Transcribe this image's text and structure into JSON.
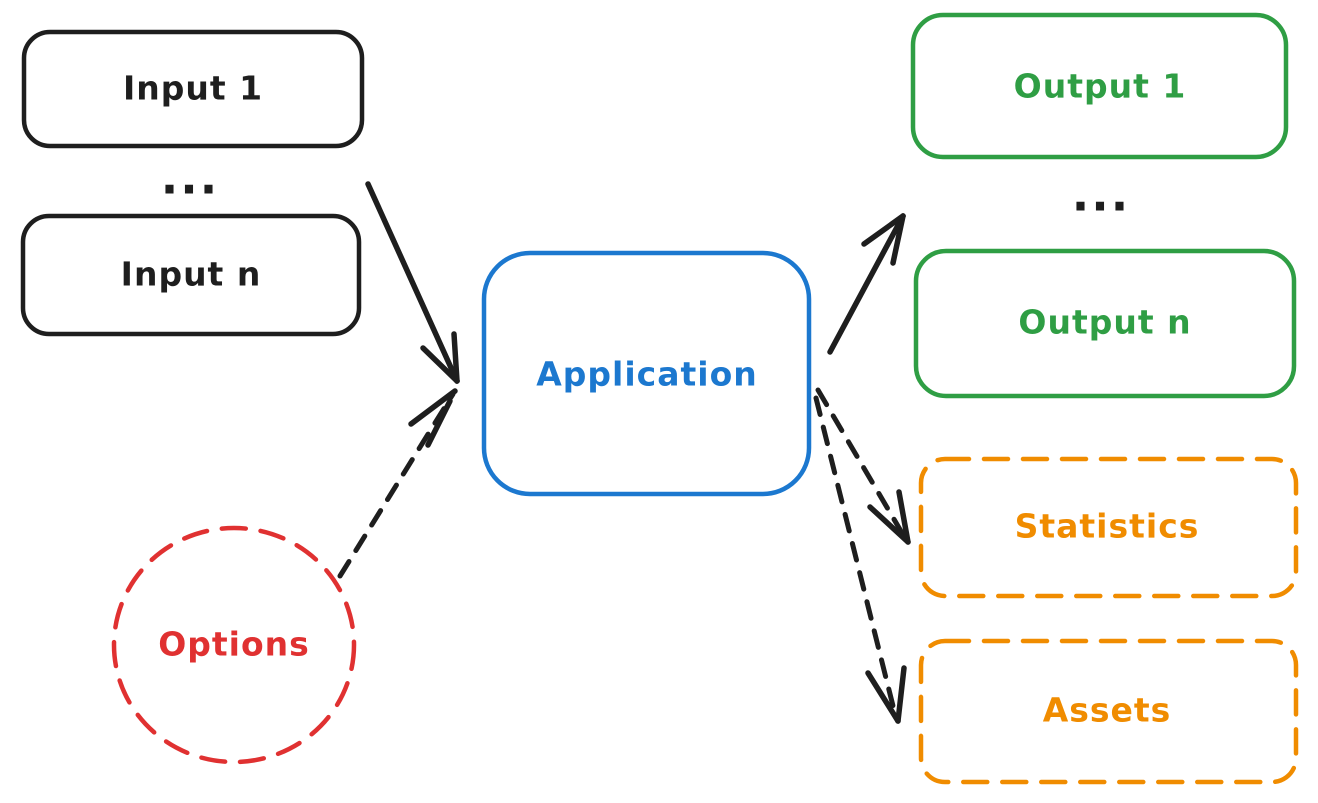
{
  "diagram": {
    "title": "Application input-output flow diagram (hand-drawn style)",
    "nodes": {
      "input1": {
        "label": "Input 1",
        "shape": "rounded-rect",
        "stroke": "#1e1e1e",
        "line_style": "solid"
      },
      "inputn": {
        "label": "Input n",
        "shape": "rounded-rect",
        "stroke": "#1e1e1e",
        "line_style": "solid"
      },
      "application": {
        "label": "Application",
        "shape": "rounded-rect",
        "stroke": "#1c78cf",
        "line_style": "solid"
      },
      "output1": {
        "label": "Output 1",
        "shape": "rounded-rect",
        "stroke": "#2f9e44",
        "line_style": "solid"
      },
      "outputn": {
        "label": "Output n",
        "shape": "rounded-rect",
        "stroke": "#2f9e44",
        "line_style": "solid"
      },
      "statistics": {
        "label": "Statistics",
        "shape": "rounded-rect",
        "stroke": "#f08c00",
        "line_style": "dashed"
      },
      "assets": {
        "label": "Assets",
        "shape": "rounded-rect",
        "stroke": "#f08c00",
        "line_style": "dashed"
      },
      "options": {
        "label": "Options",
        "shape": "circle",
        "stroke": "#e03131",
        "line_style": "dashed"
      }
    },
    "ellipsis": {
      "between_inputs": "...",
      "between_outputs": "..."
    },
    "edges": [
      {
        "from": "inputs",
        "to": "application",
        "style": "solid",
        "color": "#1e1e1e"
      },
      {
        "from": "options",
        "to": "application",
        "style": "dashed",
        "color": "#1e1e1e"
      },
      {
        "from": "application",
        "to": "outputs",
        "style": "solid",
        "color": "#1e1e1e"
      },
      {
        "from": "application",
        "to": "statistics",
        "style": "dashed",
        "color": "#1e1e1e"
      },
      {
        "from": "application",
        "to": "assets",
        "style": "dashed",
        "color": "#1e1e1e"
      }
    ],
    "colors": {
      "black": "#1e1e1e",
      "blue": "#1c78cf",
      "green": "#2f9e44",
      "orange": "#f08c00",
      "red": "#e03131",
      "background": "#ffffff"
    }
  }
}
